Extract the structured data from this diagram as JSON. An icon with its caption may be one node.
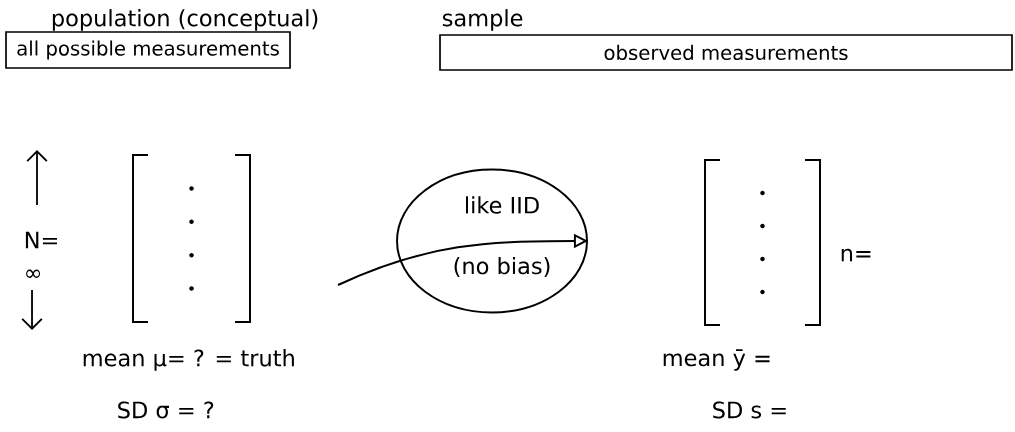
{
  "diagram": {
    "nodes": [
      {
        "text": [
          "population (conceptual)",
          "all possible measurements"
        ]
      },
      {
        "text": [
          "sample",
          "observed measurements"
        ]
      },
      {
        "text": [],
        "shape": "bracket"
      },
      {
        "text": [],
        "shape": "bracket"
      },
      {
        "text": [
          "like IID",
          "(no bias)"
        ]
      }
    ],
    "edges": [
      {
        "from": null,
        "to": 4,
        "arrow": "to"
      }
    ],
    "labels": [
      "N=",
      "∞",
      "mean μ= ? = truth",
      "SD σ = ?",
      "n=",
      "mean ȳ =",
      "SD s ="
    ]
  }
}
